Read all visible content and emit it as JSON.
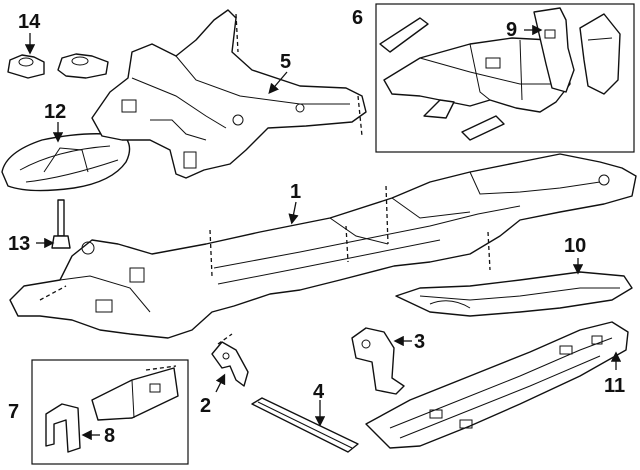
{
  "callouts": [
    {
      "id": "c1",
      "label": "1"
    },
    {
      "id": "c2",
      "label": "2"
    },
    {
      "id": "c3",
      "label": "3"
    },
    {
      "id": "c4",
      "label": "4"
    },
    {
      "id": "c5",
      "label": "5"
    },
    {
      "id": "c6",
      "label": "6"
    },
    {
      "id": "c7",
      "label": "7"
    },
    {
      "id": "c8",
      "label": "8"
    },
    {
      "id": "c9",
      "label": "9"
    },
    {
      "id": "c10",
      "label": "10"
    },
    {
      "id": "c11",
      "label": "11"
    },
    {
      "id": "c12",
      "label": "12"
    },
    {
      "id": "c13",
      "label": "13"
    },
    {
      "id": "c14",
      "label": "14"
    }
  ],
  "colors": {
    "line": "#111111",
    "background": "#ffffff"
  }
}
